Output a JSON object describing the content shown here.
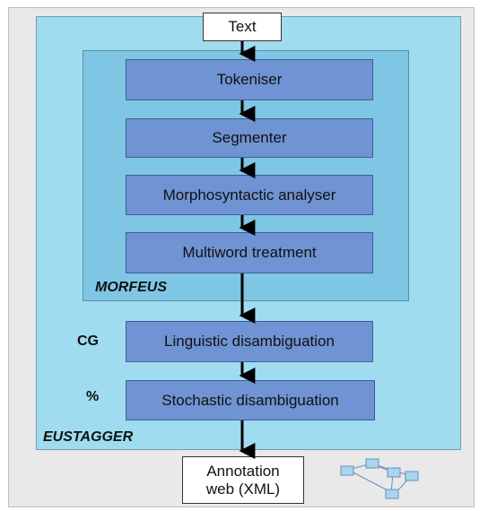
{
  "diagram": {
    "input_label": "Text",
    "stages": {
      "tokeniser": "Tokeniser",
      "segmenter": "Segmenter",
      "morpho": "Morphosyntactic analyser",
      "multiword": "Multiword treatment",
      "linguistic": "Linguistic disambiguation",
      "stochastic": "Stochastic disambiguation"
    },
    "group_labels": {
      "morfeus": "MORFEUS",
      "eustagger": "EUSTAGGER"
    },
    "side_labels": {
      "cg": "CG",
      "percent": "%"
    },
    "output": {
      "line1": "Annotation",
      "line2": "web (XML)"
    },
    "colors": {
      "outer_background": "#e9e9e9",
      "eustagger_fill": "#9fdcef",
      "morfeus_fill": "#7ec6e4",
      "stage_fill": "#6f93d3",
      "arrow": "#000000"
    },
    "icons": [
      "network-graph-icon"
    ]
  }
}
